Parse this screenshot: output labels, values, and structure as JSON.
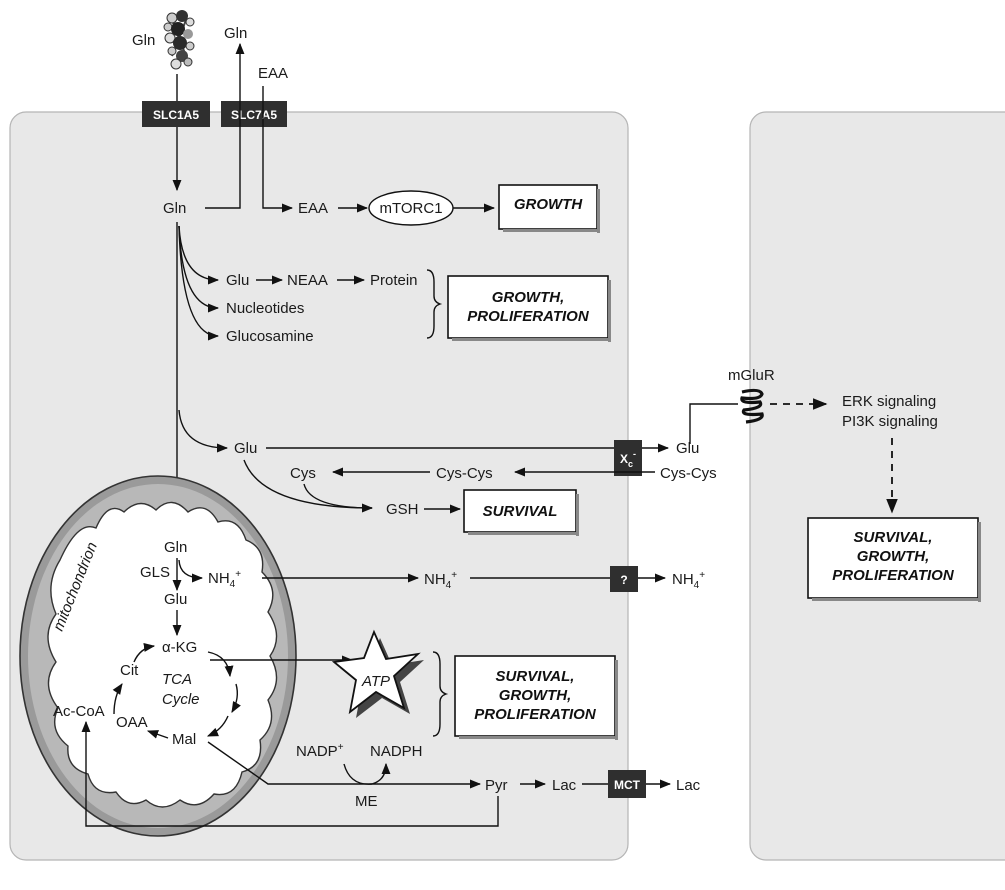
{
  "extracellular": {
    "gln_in": "Gln",
    "gln_out": "Gln",
    "eaa_in": "EAA"
  },
  "transporters": {
    "slc1a5": "SLC1A5",
    "slc7a5": "SLC7A5",
    "xc": "X",
    "xc_sub": "c",
    "xc_sup": "-",
    "unknown": "?",
    "mct": "MCT"
  },
  "cytosol": {
    "gln": "Gln",
    "eaa": "EAA",
    "mtorc1": "mTORC1",
    "glu1": "Glu",
    "neaa": "NEAA",
    "protein": "Protein",
    "nucleotides": "Nucleotides",
    "glucosamine": "Glucosamine",
    "glu2": "Glu",
    "cys": "Cys",
    "cys_cys": "Cys-Cys",
    "gsh": "GSH",
    "nh4": "NH",
    "nadp": "NADP",
    "nadph": "NADPH",
    "pyr": "Pyr",
    "lac": "Lac",
    "me": "ME"
  },
  "mitochondrion": {
    "label": "mitochondrion",
    "gln": "Gln",
    "gls": "GLS",
    "nh4": "NH",
    "glu": "Glu",
    "akg": "α-KG",
    "cit": "Cit",
    "tca1": "TCA",
    "tca2": "Cycle",
    "accoa": "Ac-CoA",
    "oaa": "OAA",
    "mal": "Mal"
  },
  "atp": "ATP",
  "outcomes": {
    "growth": "GROWTH",
    "growth_prolif_1": "GROWTH,",
    "growth_prolif_2": "PROLIFERATION",
    "survival": "SURVIVAL",
    "atp_out_1": "SURVIVAL,",
    "atp_out_2": "GROWTH,",
    "atp_out_3": "PROLIFERATION",
    "neighbor_1": "SURVIVAL,",
    "neighbor_2": "GROWTH,",
    "neighbor_3": "PROLIFERATION"
  },
  "outside": {
    "glu": "Glu",
    "cys_cys": "Cys-Cys",
    "nh4": "NH",
    "lac": "Lac",
    "mglur": "mGluR",
    "erk": "ERK signaling",
    "pi3k": "PI3K signaling"
  },
  "superscripts": {
    "plus": "+",
    "four": "4"
  },
  "colors": {
    "cell_fill": "#e8e8e8",
    "transporter": "#2f2f2f",
    "mito_outer": "#8a8a8a"
  }
}
